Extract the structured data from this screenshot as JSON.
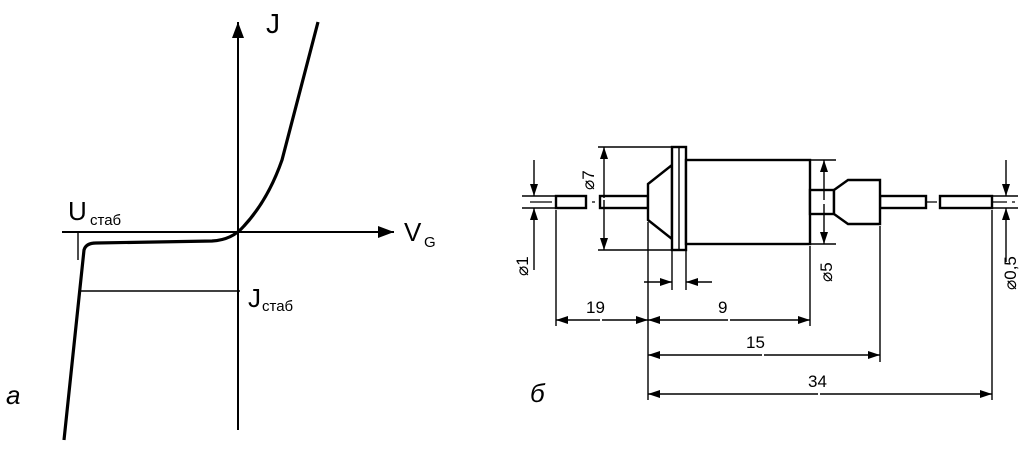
{
  "panel_a": {
    "label": "а",
    "axis_y": "J",
    "axis_x_main": "V",
    "axis_x_sub": "G",
    "u_main": "U",
    "u_sub": "стаб",
    "j_main": "J",
    "j_sub": "стаб"
  },
  "panel_b": {
    "label": "б",
    "dim_d1": "⌀1",
    "dim_d7": "⌀7",
    "dim_d5": "⌀5",
    "dim_d05": "⌀0,5",
    "dim_19": "19",
    "dim_9": "9",
    "dim_15": "15",
    "dim_34": "34"
  }
}
